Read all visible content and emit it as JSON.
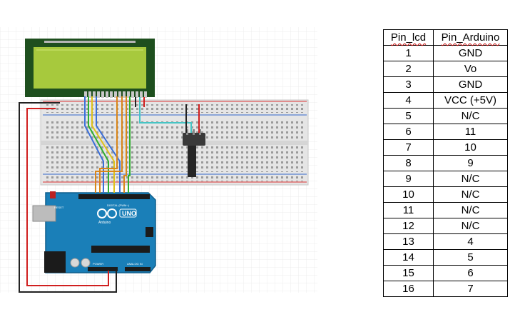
{
  "table": {
    "headers": [
      "Pin_lcd",
      "Pin_Arduino"
    ],
    "rows": [
      [
        "1",
        "GND"
      ],
      [
        "2",
        "Vo"
      ],
      [
        "3",
        "GND"
      ],
      [
        "4",
        "VCC (+5V)"
      ],
      [
        "5",
        "N/C"
      ],
      [
        "6",
        "11"
      ],
      [
        "7",
        "10"
      ],
      [
        "8",
        "9"
      ],
      [
        "9",
        "N/C"
      ],
      [
        "10",
        "N/C"
      ],
      [
        "11",
        "N/C"
      ],
      [
        "12",
        "N/C"
      ],
      [
        "13",
        "4"
      ],
      [
        "14",
        "5"
      ],
      [
        "15",
        "6"
      ],
      [
        "16",
        "7"
      ]
    ]
  },
  "arduino": {
    "logo_text": "Arduino",
    "model": "UNO",
    "reset_label": "RESET",
    "digital_label": "DIGITAL (PWM~)",
    "power_label": "POWER",
    "analog_label": "ANALOG IN"
  },
  "colors": {
    "lcd_frame": "#1e4f1e",
    "lcd_screen": "#a7c93d",
    "breadboard": "#e6e6e6",
    "arduino_board": "#1a7fb8",
    "wire_red": "#d01f1f",
    "wire_black": "#222222",
    "wire_blue": "#3b6fd8",
    "wire_green": "#2fae2f",
    "wire_yellow": "#e0c219",
    "wire_orange": "#d9861a",
    "wire_cyan": "#46c4c4"
  }
}
